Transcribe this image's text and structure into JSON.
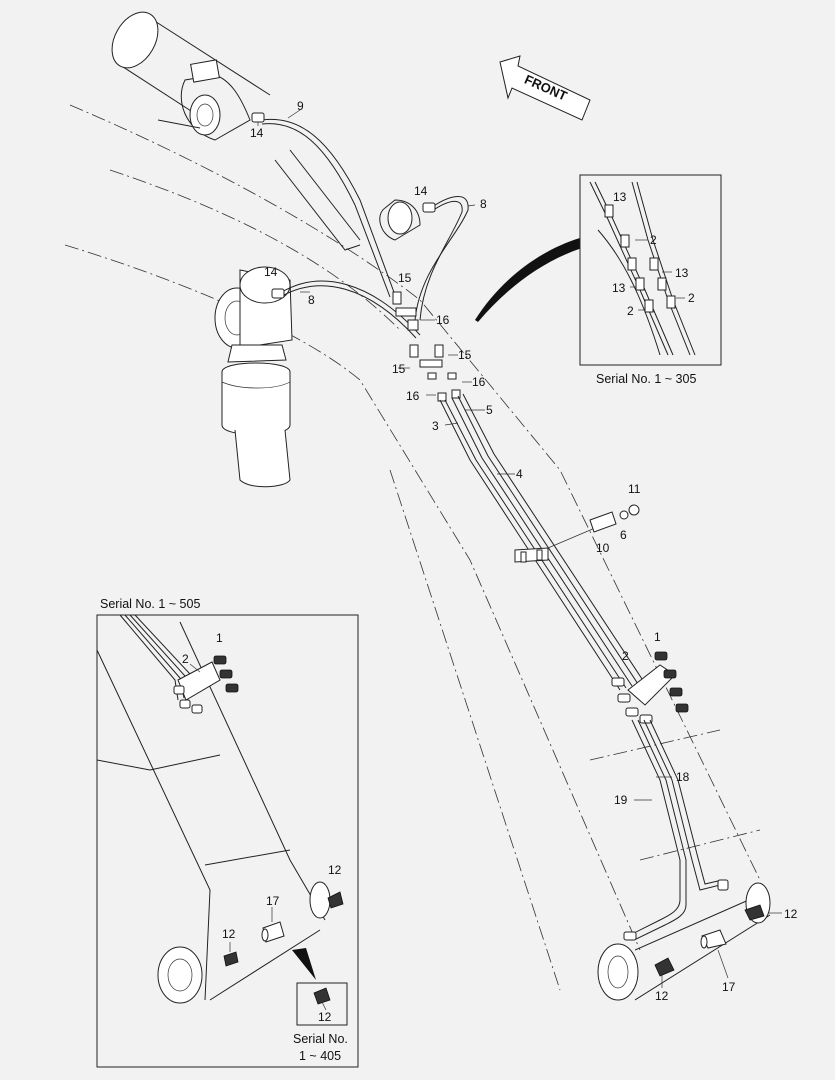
{
  "direction_label": "FRONT",
  "main_labels": {
    "p9": "9",
    "p14a": "14",
    "p14b": "14",
    "p14c": "14",
    "p8a": "8",
    "p8b": "8",
    "p15a": "15",
    "p16a": "16",
    "p15b": "15",
    "p15c": "15",
    "p16b": "16",
    "p16c": "16",
    "p5": "5",
    "p3": "3",
    "p4": "4",
    "p11": "11",
    "p6": "6",
    "p10": "10",
    "p1": "1",
    "p2": "2",
    "p18": "18",
    "p19": "19",
    "p12a": "12",
    "p12b": "12",
    "p17": "17"
  },
  "inset_305": {
    "caption": "Serial No. 1 ~ 305",
    "labels": {
      "a13": "13",
      "a2a": "2",
      "a13b": "13",
      "a13c": "13",
      "a2b": "2",
      "a2c": "2"
    }
  },
  "inset_505": {
    "caption": "Serial No. 1 ~ 505",
    "labels": {
      "b1": "1",
      "b2": "2",
      "b12a": "12",
      "b17": "17",
      "b12b": "12"
    }
  },
  "inset_405": {
    "caption_line1": "Serial No.",
    "caption_line2": "1 ~ 405",
    "labels": {
      "c12": "12"
    }
  }
}
